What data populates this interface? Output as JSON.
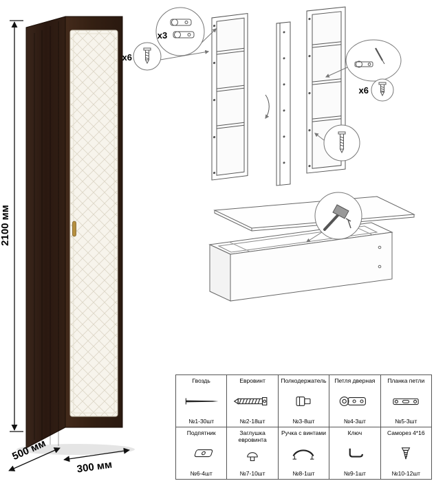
{
  "dimensions": {
    "height": "2100 мм",
    "depth": "500 мм",
    "width": "300 мм"
  },
  "callouts": {
    "hinges": "x3",
    "screws_left": "x6",
    "screws_right": "x6"
  },
  "parts_table": {
    "rows": [
      [
        {
          "name": "Гвоздь",
          "icon": "nail-icon",
          "count": "№1-30шт"
        },
        {
          "name": "Евровинт",
          "icon": "euroscrew-icon",
          "count": "№2-18шт"
        },
        {
          "name": "Полкодержатель",
          "icon": "shelf-support-icon",
          "count": "№3-8шт"
        },
        {
          "name": "Петля дверная",
          "icon": "door-hinge-icon",
          "count": "№4-3шт"
        },
        {
          "name": "Планка петли",
          "icon": "hinge-plate-icon",
          "count": "№5-3шт"
        }
      ],
      [
        {
          "name": "Подпятник",
          "icon": "foot-pad-icon",
          "count": "№6-4шт"
        },
        {
          "name": "Заглушка евровинта",
          "icon": "screw-cap-icon",
          "count": "№7-10шт"
        },
        {
          "name": "Ручка с винтами",
          "icon": "handle-icon",
          "count": "№8-1шт"
        },
        {
          "name": "Ключ",
          "icon": "key-icon",
          "count": "№9-1шт"
        },
        {
          "name": "Саморез 4*16",
          "icon": "self-tapping-screw-icon",
          "count": "№10-12шт"
        }
      ]
    ]
  }
}
